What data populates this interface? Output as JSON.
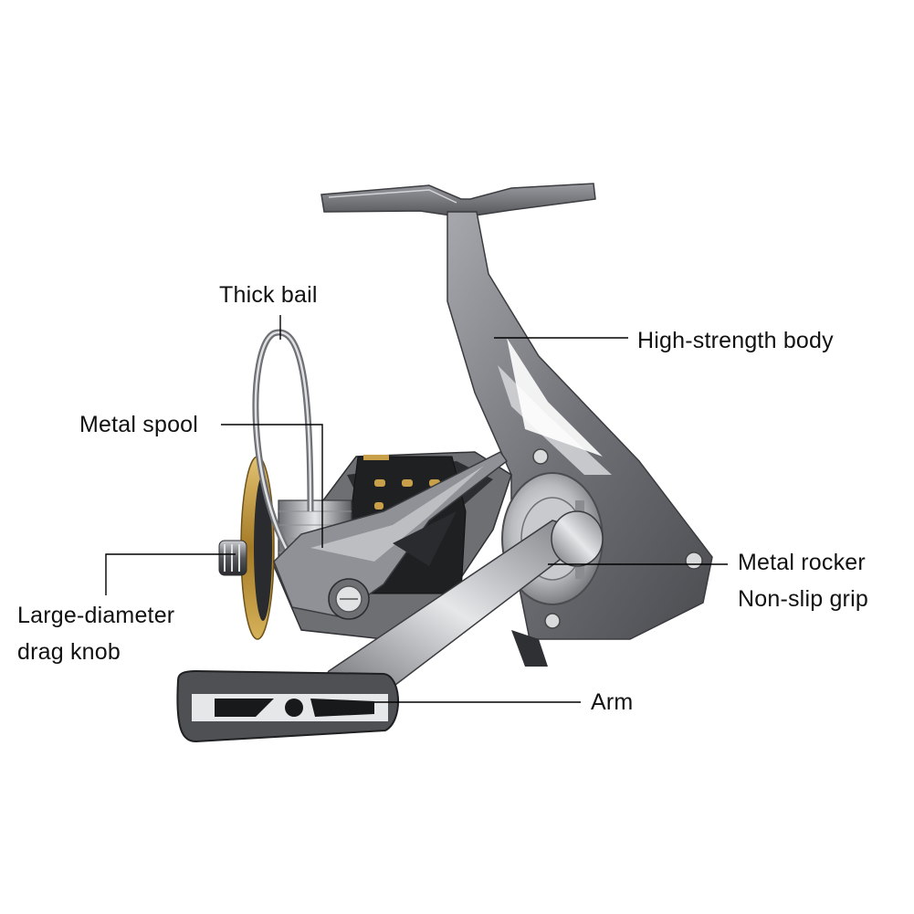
{
  "labels": {
    "thick_bail": "Thick bail",
    "high_strength_body": "High-strength body",
    "metal_spool": "Metal spool",
    "metal_rocker": "Metal rocker",
    "non_slip_grip": "Non-slip grip",
    "drag_knob_line1": "Large-diameter",
    "drag_knob_line2": "drag knob",
    "arm": "Arm"
  },
  "colors": {
    "background": "#ffffff",
    "body_metal": "#7d7f84",
    "dark_metal": "#3a3b3f",
    "spool_gold": "#c9a04a",
    "text": "#111111"
  }
}
